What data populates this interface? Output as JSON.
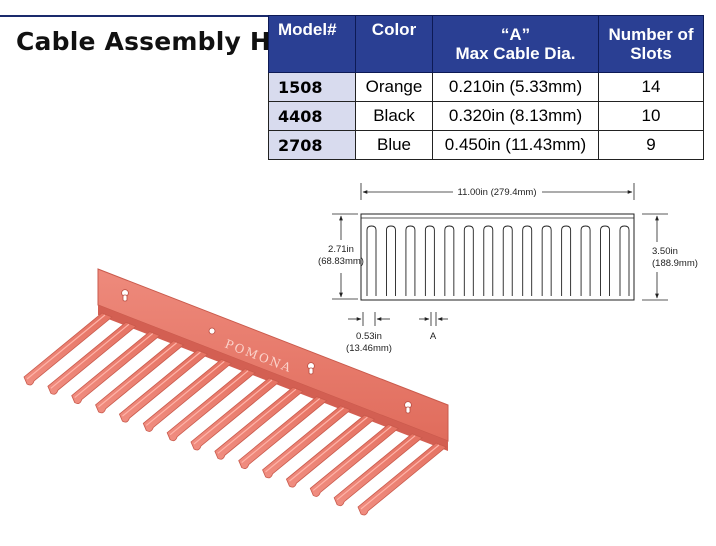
{
  "title": "Cable Assembly Holders",
  "table": {
    "headers": [
      "Model#",
      "Color",
      "“A”",
      "Max Cable Dia.",
      "Number of",
      "Slots"
    ],
    "rows": [
      {
        "model": "1508",
        "color": "Orange",
        "dia": "0.210in (5.33mm)",
        "slots": "14"
      },
      {
        "model": "4408",
        "color": "Black",
        "dia": "0.320in (8.13mm)",
        "slots": "10"
      },
      {
        "model": "2708",
        "color": "Blue",
        "dia": "0.450in (11.43mm)",
        "slots": "9"
      }
    ]
  },
  "diagram": {
    "width": "11.00in (279.4mm)",
    "slot_len_in": "2.71in",
    "slot_len_mm": "(68.83mm)",
    "height_in": "3.50in",
    "height_mm": "(188.9mm)",
    "pitch_in": "0.53in",
    "pitch_mm": "(13.46mm)",
    "a_label": "A",
    "slot_count": 14
  },
  "photo": {
    "brand": "POMONA",
    "color": "#e87868"
  }
}
